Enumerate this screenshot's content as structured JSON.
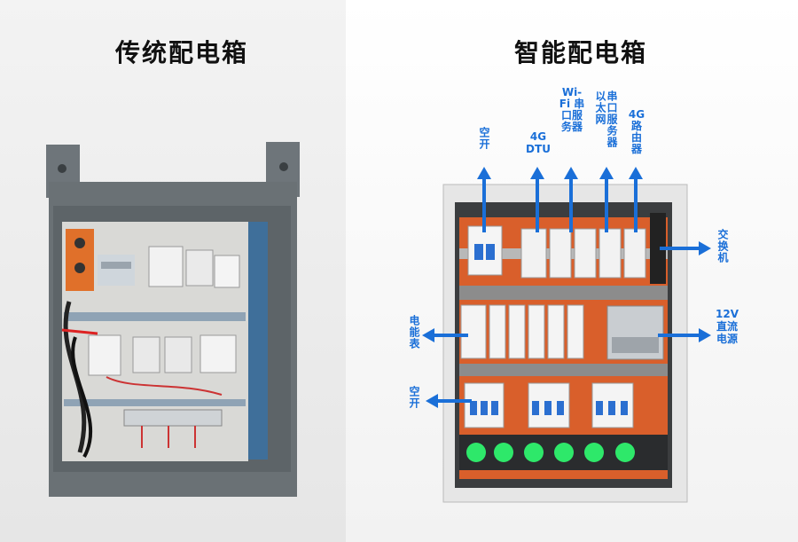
{
  "left": {
    "title": "传统配电箱"
  },
  "right": {
    "title": "智能配电箱",
    "labels": {
      "air_switch_top": "空开",
      "dtu_4g": "4G DTU",
      "wifi_serial": "Wi-Fi 串口服务器",
      "eth_serial": "串口服务器 以太网",
      "router_4g": "4G 路由器",
      "switch": "交换机",
      "meter": "电能表",
      "power_12v": "12V 直流电源",
      "air_switch_bottom": "空开"
    }
  },
  "colors": {
    "accent": "#1a6fd8",
    "cabinet_grey": "#6c7378",
    "led_green": "#2ee86a"
  }
}
